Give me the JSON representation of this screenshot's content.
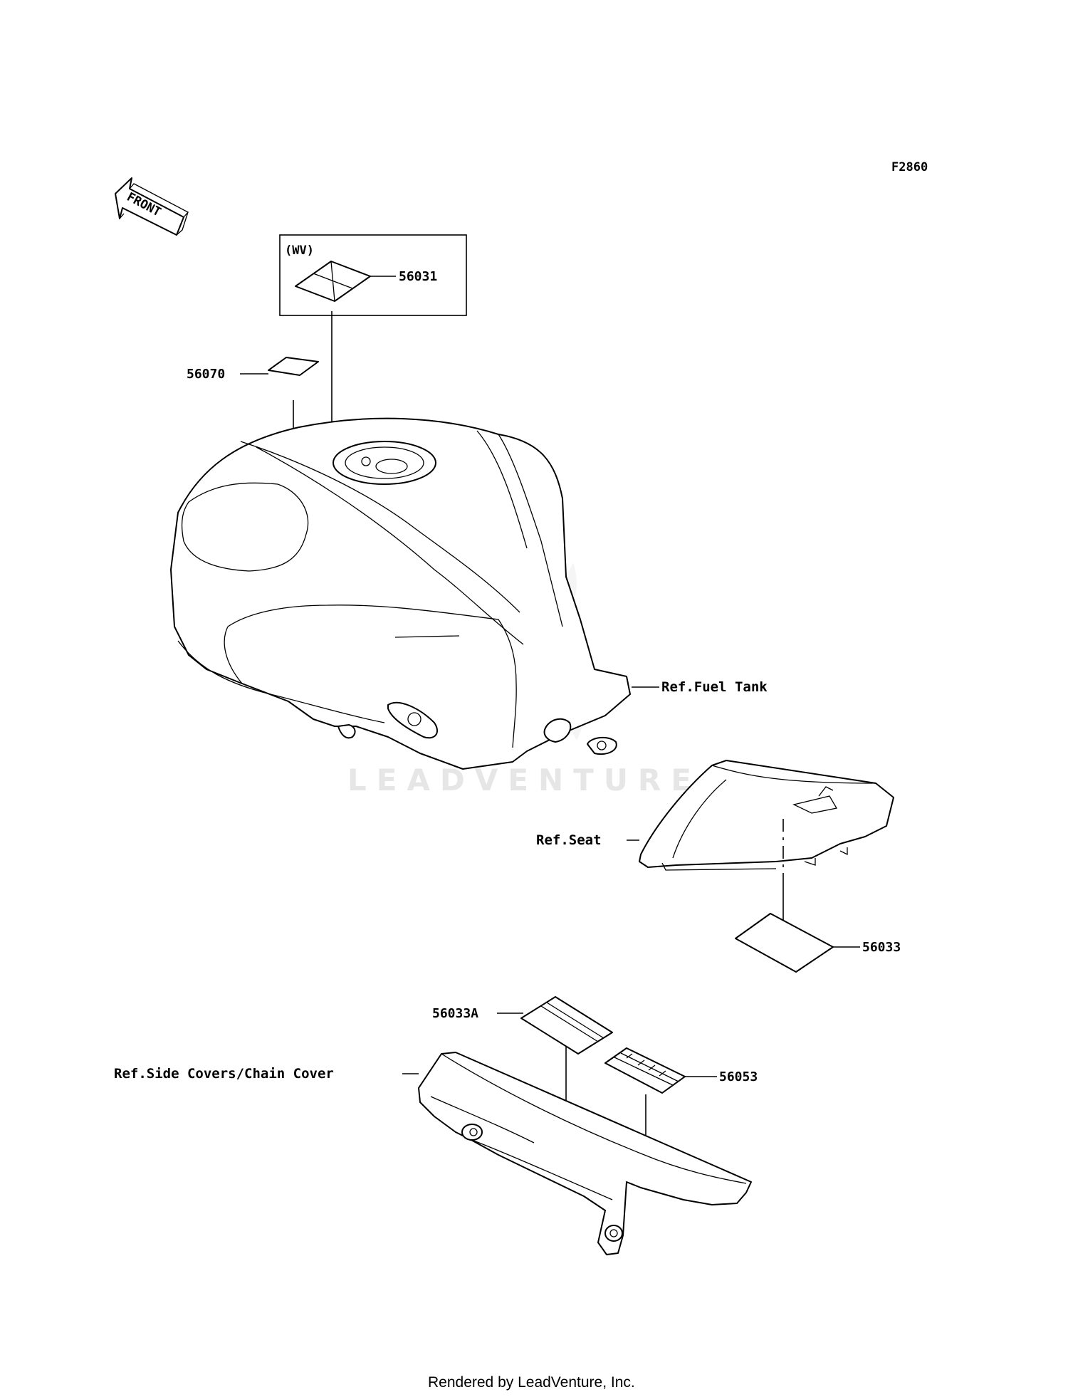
{
  "figure_code": "F2860",
  "front_arrow_label": "FRONT",
  "variant_box_label": "(WV)",
  "callouts": {
    "p56031": "56031",
    "p56070": "56070",
    "p56033": "56033",
    "p56033A": "56033A",
    "p56053": "56053"
  },
  "references": {
    "fuel_tank": "Ref.Fuel Tank",
    "seat": "Ref.Seat",
    "side_covers": "Ref.Side Covers/Chain Cover"
  },
  "watermark": "LEADVENTURE",
  "footer": "Rendered by LeadVenture, Inc."
}
